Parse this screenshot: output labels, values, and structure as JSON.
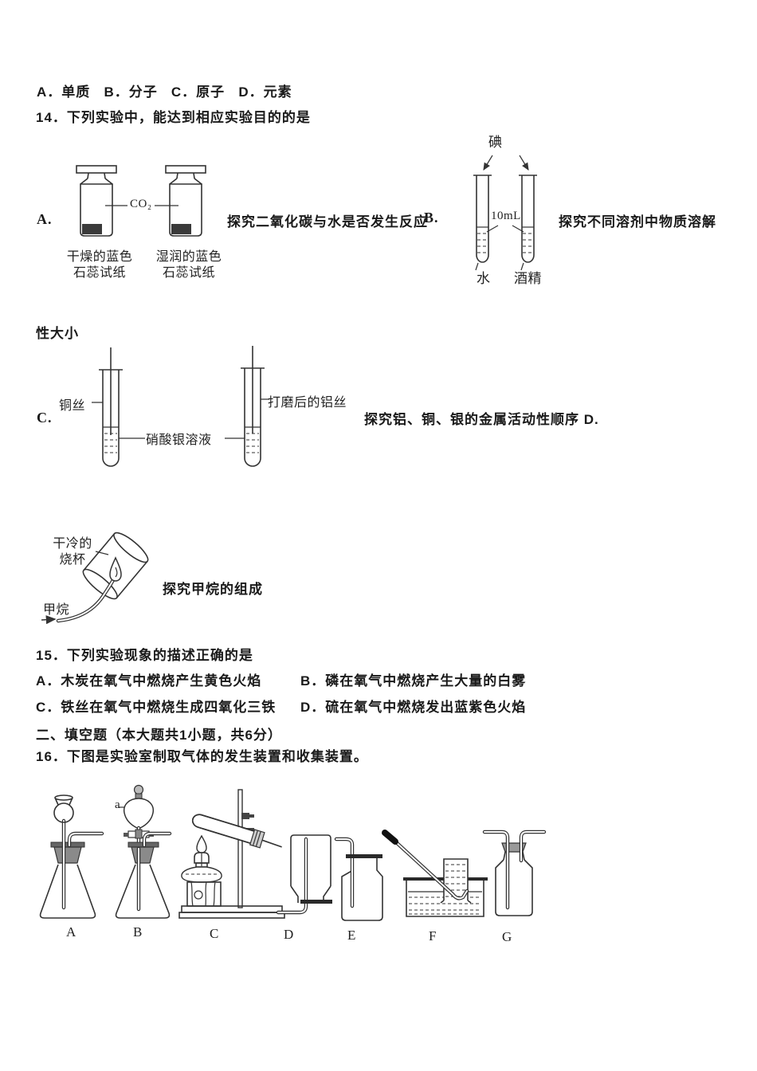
{
  "doc": {
    "q13_options": "A．单质   B．分子   C．原子   D．元素",
    "q14": {
      "stem": "14．下列实验中，能达到相应实验目的的是",
      "option_a": {
        "label": "A.",
        "co2": "CO₂",
        "bottle1": "干燥的蓝色\n石蕊试纸",
        "bottle2": "湿润的蓝色\n石蕊试纸",
        "purpose": "探究二氧化碳与水是否发生反应"
      },
      "option_b": {
        "label": "B.",
        "iodine": "碘",
        "volume": "10mL",
        "water": "水",
        "alcohol": "酒精",
        "purpose": "探究不同溶剂中物质溶解",
        "purpose_cont": "性大小"
      },
      "option_c": {
        "label": "C.",
        "copper": "铜丝",
        "aluminum": "打磨后的铝丝",
        "solution": "硝酸银溶液",
        "purpose": "探究铝、铜、银的金属活动性顺序 D."
      },
      "option_d": {
        "beaker": "干冷的\n烧杯",
        "methane": "甲烷",
        "purpose": "探究甲烷的组成"
      }
    },
    "q15": {
      "stem": "15．下列实验现象的描述正确的是",
      "option_a": "A．木炭在氧气中燃烧产生黄色火焰",
      "option_b": "B．磷在氧气中燃烧产生大量的白雾",
      "option_c": "C．铁丝在氧气中燃烧生成四氧化三铁",
      "option_d": "D．硫在氧气中燃烧发出蓝紫色火焰"
    },
    "section2_heading": "二、填空题（本大题共1小题，共6分）",
    "q16": {
      "stem": "16．下图是实验室制取气体的发生装置和收集装置。",
      "port_label": "a",
      "labels": {
        "a": "A",
        "b": "B",
        "c": "C",
        "d": "D",
        "e": "E",
        "f": "F",
        "g": "G"
      }
    }
  },
  "colors": {
    "ink": "#1a1a1a",
    "diagram_stroke": "#333333",
    "stopper_fill": "#8a8a8a",
    "dark_fill": "#3a3a3a",
    "paper": "#ffffff"
  }
}
